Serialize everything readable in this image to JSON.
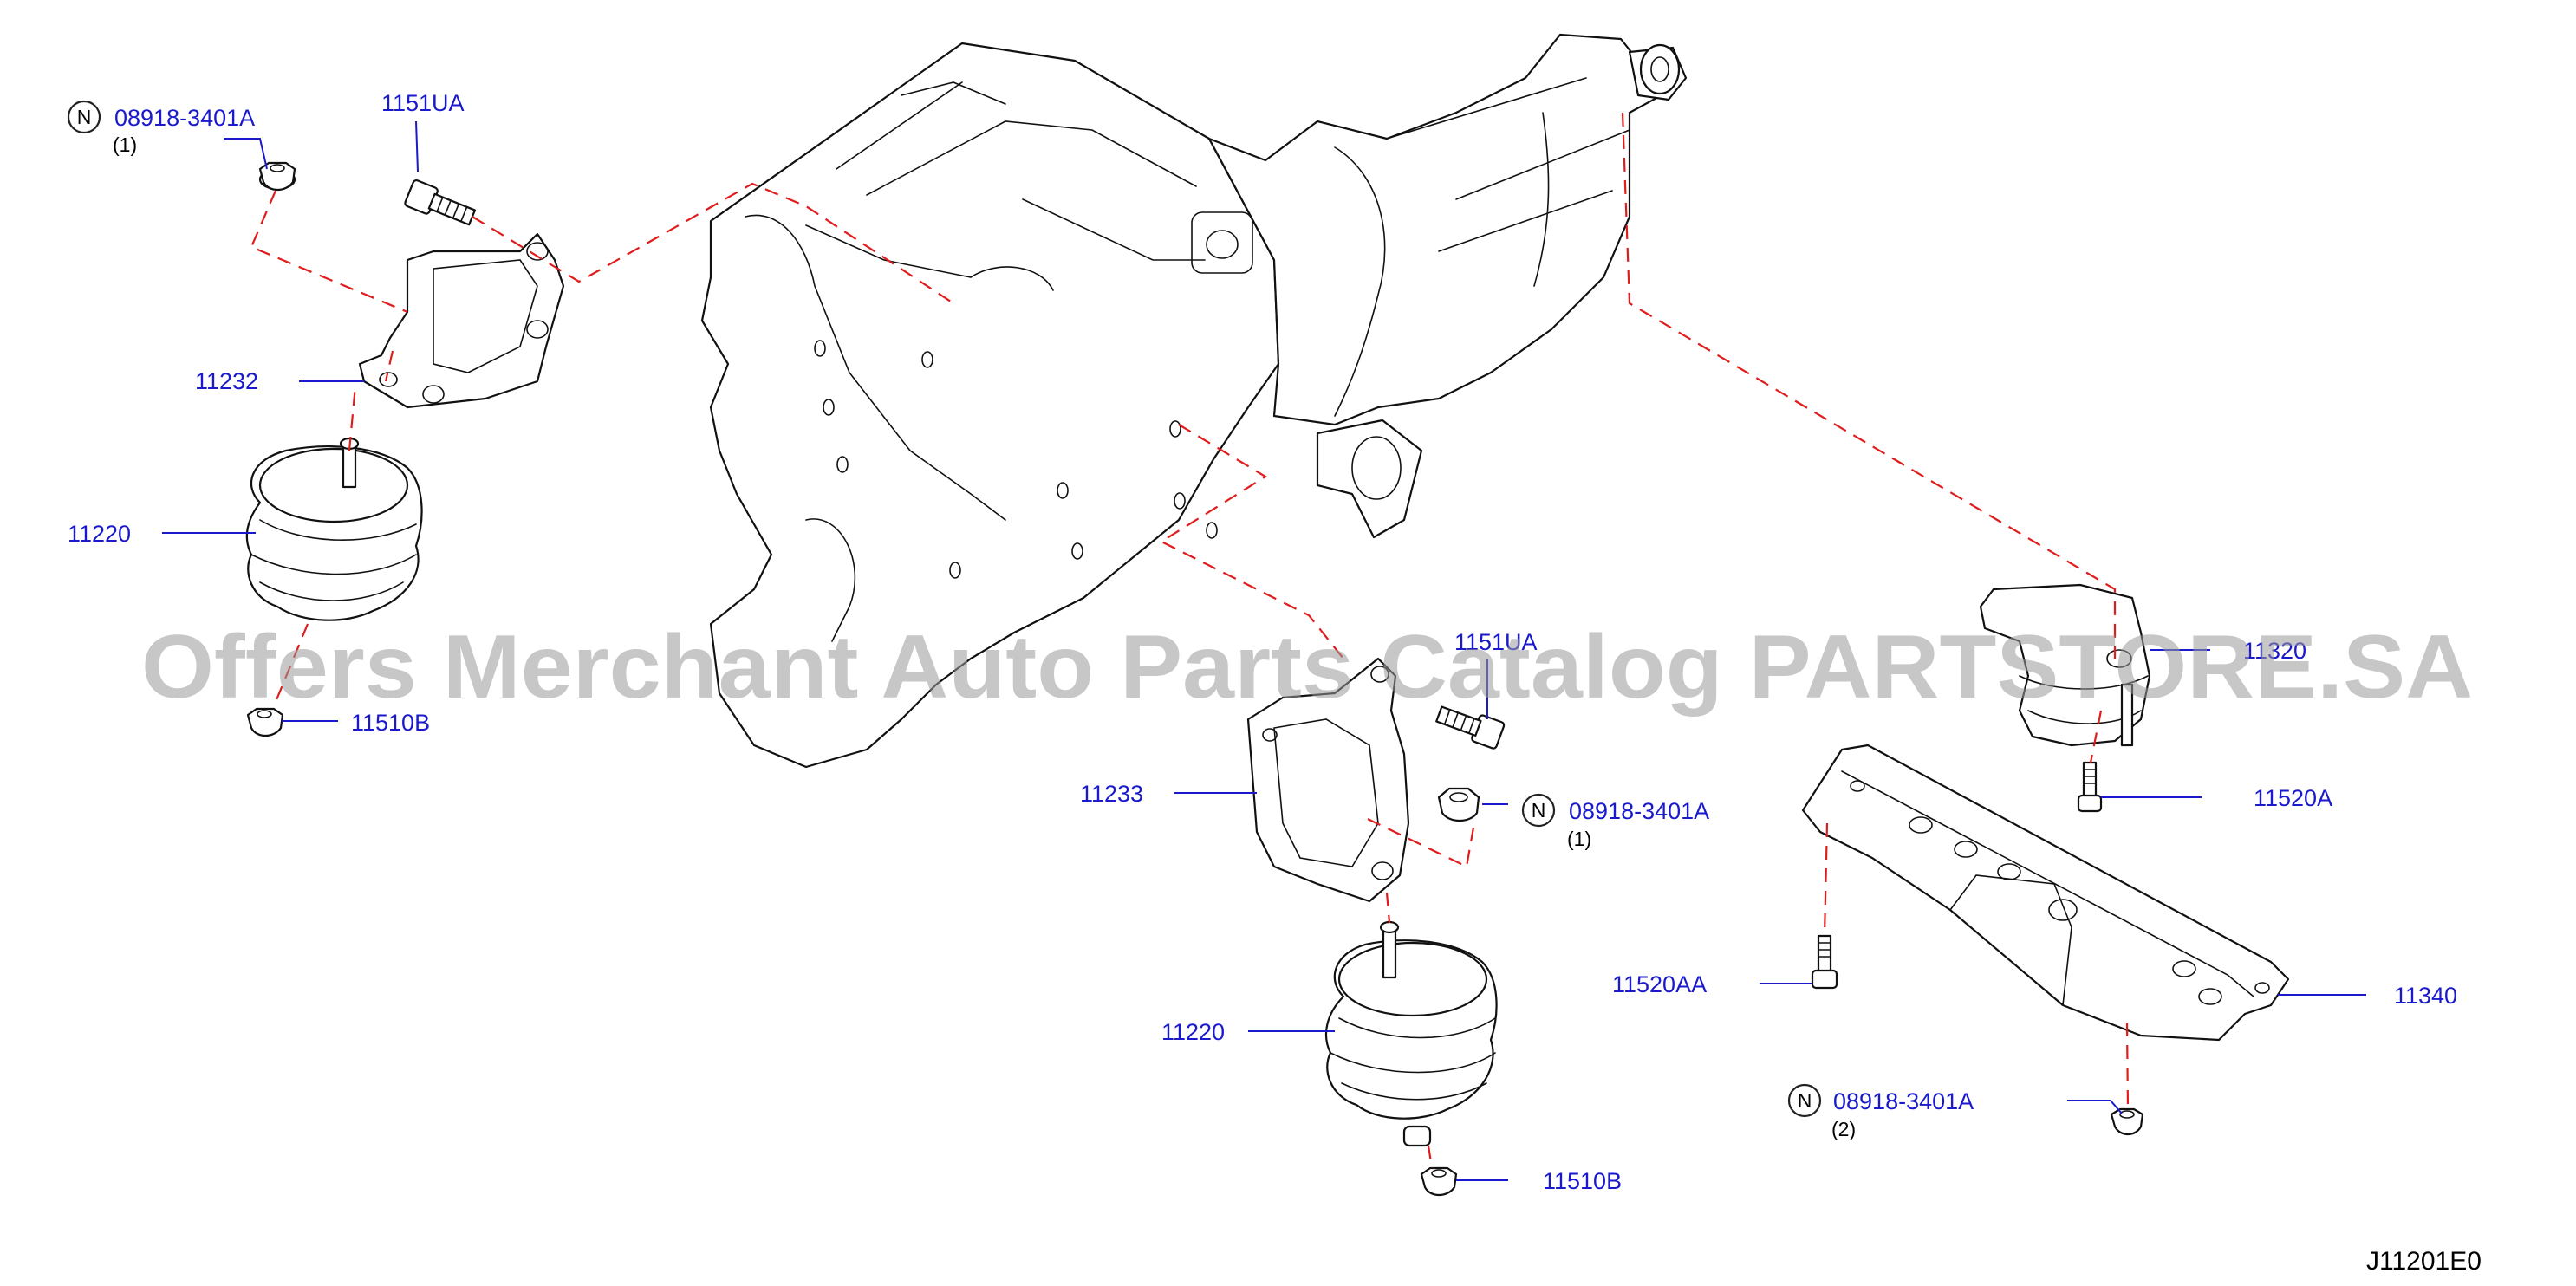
{
  "watermark": "Offers Merchant Auto Parts Catalog PARTSTORE.SA",
  "diagram_code": "J11201E0",
  "note_symbol": "N",
  "callouts": {
    "nut_left": {
      "part": "08918-3401A",
      "qty": "(1)"
    },
    "bolt_left": {
      "part": "1151UA"
    },
    "bracket_left": {
      "part": "11232"
    },
    "insulator_left": {
      "part": "11220"
    },
    "nut_left_bottom": {
      "part": "11510B"
    },
    "bolt_center": {
      "part": "1151UA"
    },
    "bracket_center": {
      "part": "11233"
    },
    "nut_center": {
      "part": "08918-3401A",
      "qty": "(1)"
    },
    "insulator_center": {
      "part": "11220"
    },
    "nut_center_bottom": {
      "part": "11510B"
    },
    "rear_mount": {
      "part": "11320"
    },
    "bolt_rear": {
      "part": "11520A"
    },
    "bolt_member": {
      "part": "11520AA"
    },
    "crossmember": {
      "part": "11340"
    },
    "nut_member": {
      "part": "08918-3401A",
      "qty": "(2)"
    }
  }
}
